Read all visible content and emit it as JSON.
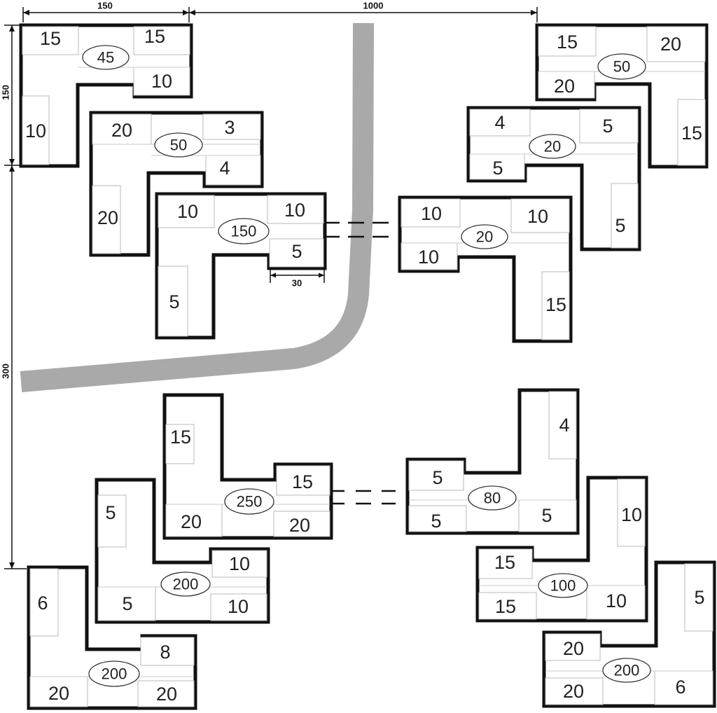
{
  "dimensions": {
    "top_left": "150",
    "top_span": "1000",
    "left_top": "150",
    "left_span": "300",
    "gap": "30"
  },
  "buildings": [
    {
      "total": "45",
      "rooms": [
        "15",
        "15",
        "10",
        "10"
      ]
    },
    {
      "total": "50",
      "rooms": [
        "20",
        "3",
        "4",
        "20"
      ]
    },
    {
      "total": "150",
      "rooms": [
        "10",
        "10",
        "5",
        "5"
      ]
    },
    {
      "total": "50",
      "rooms": [
        "15",
        "20",
        "20",
        "15"
      ]
    },
    {
      "total": "20",
      "rooms": [
        "4",
        "5",
        "5",
        "5"
      ]
    },
    {
      "total": "20",
      "rooms": [
        "10",
        "10",
        "10",
        "15"
      ]
    },
    {
      "total": "250",
      "rooms": [
        "15",
        "15",
        "20",
        "20"
      ]
    },
    {
      "total": "200",
      "rooms": [
        "5",
        "10",
        "5",
        "10"
      ]
    },
    {
      "total": "200",
      "rooms": [
        "6",
        "8",
        "20",
        "20"
      ]
    },
    {
      "total": "80",
      "rooms": [
        "4",
        "5",
        "5",
        "5"
      ]
    },
    {
      "total": "100",
      "rooms": [
        "10",
        "15",
        "15",
        "10"
      ]
    },
    {
      "total": "200",
      "rooms": [
        "5",
        "20",
        "20",
        "6"
      ]
    }
  ]
}
